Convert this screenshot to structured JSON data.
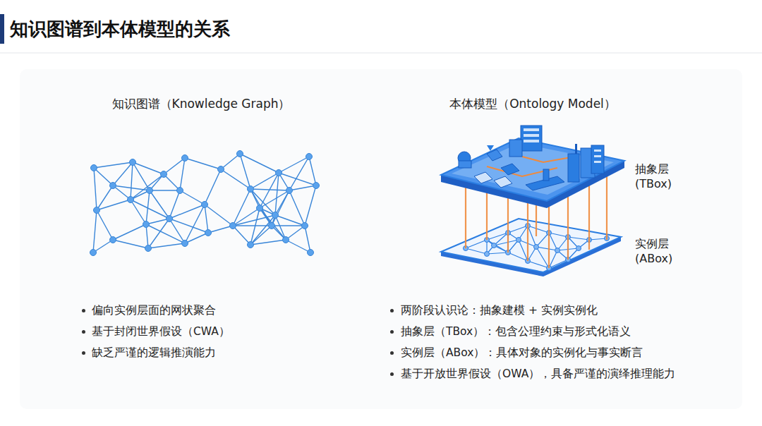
{
  "diagram": {
    "title": "知识图谱到本体模型的关系",
    "labels": [
      "知识图谱（Knowledge Graph）",
      "本体模型（Ontology Model）",
      "抽象层 (TBox)",
      "实例层 (ABox)",
      "偏向实例层面的网状聚合",
      "基于封闭世界假设（CWA）",
      "缺乏严谨的逻辑推演能力",
      "两阶段认识论：抽象建模 + 实例实例化",
      "抽象层（TBox）：包含公理约束与形式化语义",
      "实例层（ABox）：具体对象的实例化与事实断言",
      "基于开放世界假设（OWA），具备严谨的演绎推理能力"
    ]
  }
}
